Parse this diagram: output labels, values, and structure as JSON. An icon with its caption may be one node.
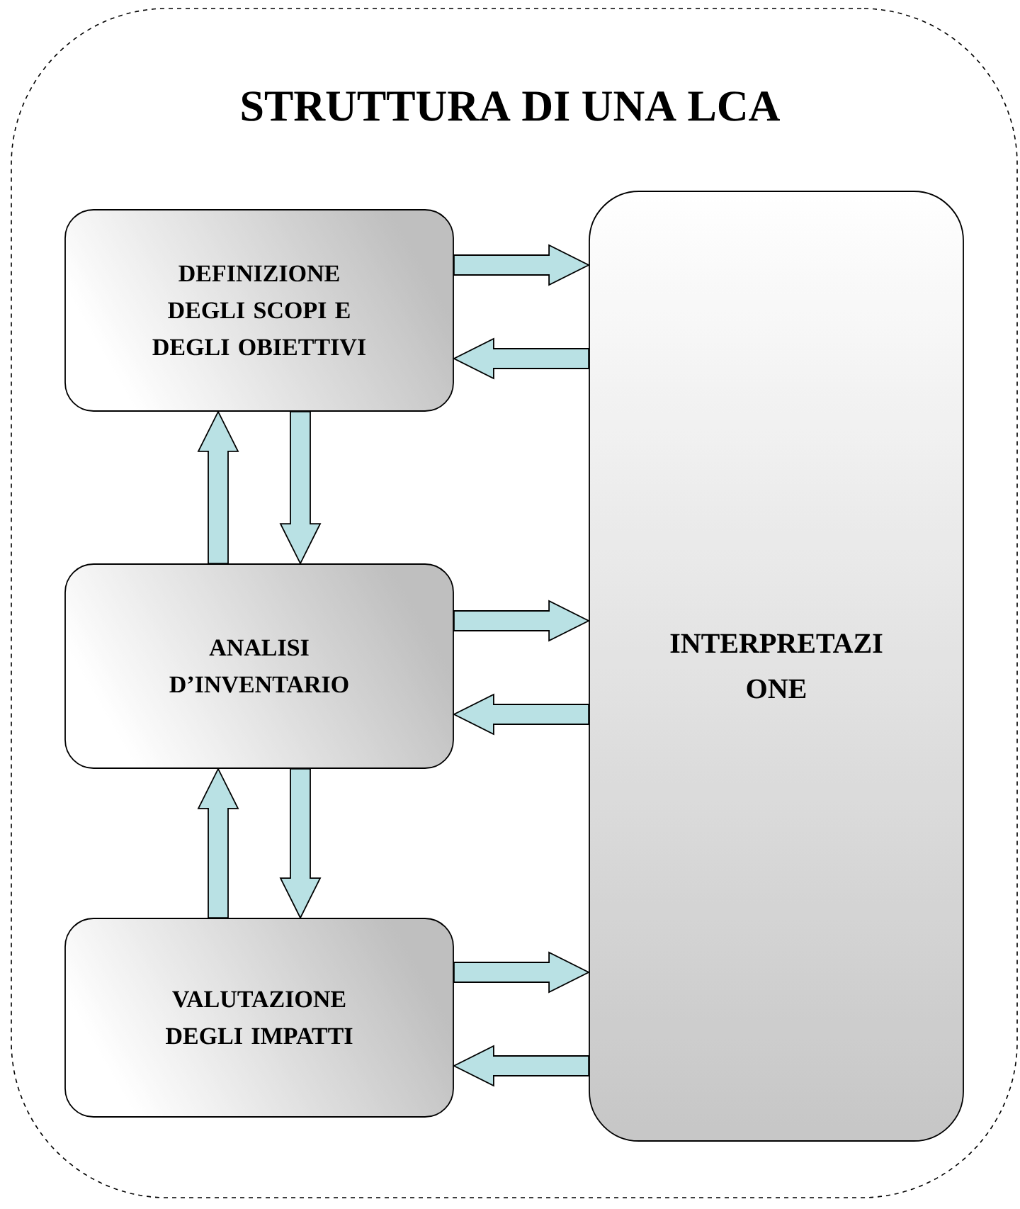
{
  "diagram": {
    "nodes": [
      {
        "text": [
          "STRUTTURA DI UNA LCA"
        ]
      },
      {
        "text": [
          "DEFINIZIONE DEGLI SCOPI E DEGLI OBIETTIVI"
        ],
        "in": 0
      },
      {
        "text": [
          "ANALISI D’INVENTARIO"
        ],
        "in": 0
      },
      {
        "text": [
          "VALUTAZIONE DEGLI IMPATTI"
        ],
        "in": 0
      },
      {
        "text": [
          "INTERPRETAZI ONE"
        ],
        "in": 0
      }
    ],
    "edges": [
      {
        "from": 1,
        "to": 4,
        "arrow": "to"
      },
      {
        "from": 4,
        "to": 1,
        "arrow": "to"
      },
      {
        "from": 2,
        "to": 1,
        "arrow": "to"
      },
      {
        "from": 1,
        "to": 2,
        "arrow": "to"
      },
      {
        "from": 2,
        "to": 4,
        "arrow": "to"
      },
      {
        "from": 4,
        "to": 2,
        "arrow": "to"
      },
      {
        "from": 3,
        "to": 2,
        "arrow": "to"
      },
      {
        "from": 2,
        "to": 3,
        "arrow": "to"
      },
      {
        "from": 3,
        "to": 4,
        "arrow": "to"
      },
      {
        "from": 4,
        "to": 3,
        "arrow": "to"
      }
    ]
  }
}
